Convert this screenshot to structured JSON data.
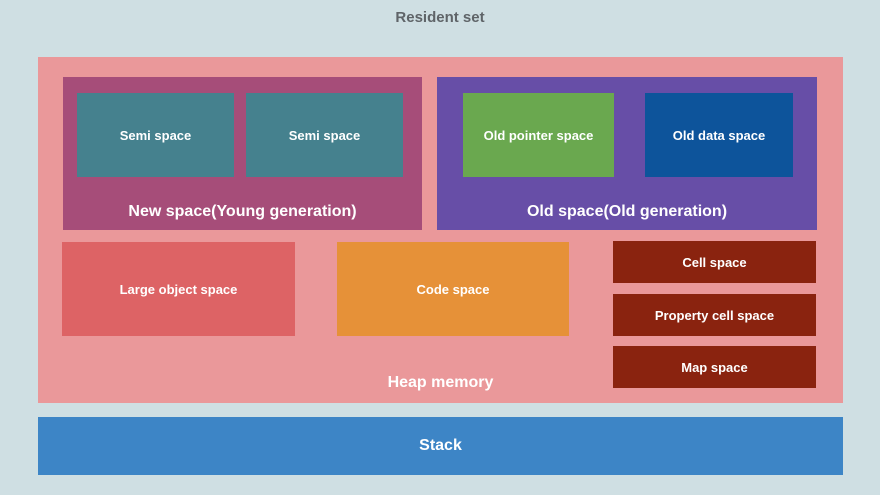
{
  "title": "Resident set",
  "colors": {
    "page_background": "#cfdfe3",
    "heap": "#ea989a",
    "new_space": "#a64d79",
    "semi_space": "#45818e",
    "old_space": "#674ea7",
    "old_pointer_space": "#6aa84f",
    "old_data_space": "#0d549b",
    "large_object_space": "#dd6365",
    "code_space": "#e69138",
    "cell_space": "#8a230f",
    "stack": "#3d85c6",
    "title_text": "#5f6468",
    "label_text": "#ffffff"
  },
  "heap": {
    "label": "Heap memory",
    "new_space": {
      "label": "New space(Young generation)",
      "semi_spaces": [
        "Semi space",
        "Semi space"
      ]
    },
    "old_space": {
      "label": "Old space(Old generation)",
      "old_pointer_space": "Old pointer space",
      "old_data_space": "Old data space"
    },
    "large_object_space": "Large object space",
    "code_space": "Code space",
    "cell_spaces": [
      "Cell space",
      "Property cell space",
      "Map space"
    ]
  },
  "stack": {
    "label": "Stack"
  }
}
